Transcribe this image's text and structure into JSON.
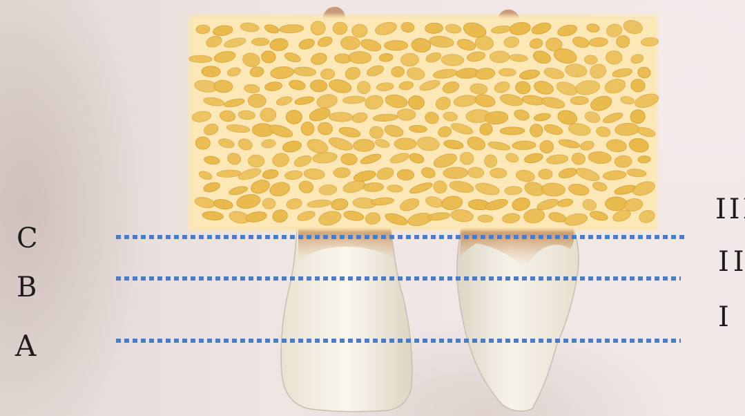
{
  "left_labels": {
    "upper": "C",
    "middle": "B",
    "lower": "A"
  },
  "right_labels": {
    "upper": "III",
    "middle": "II",
    "lower": "I"
  },
  "colors": {
    "dotted_line": "#4d7dc0",
    "bone_base": "#fbe6b0",
    "bone_pore": "#e9b94a",
    "tooth": "#f4efe4",
    "gum": "#c98f56"
  }
}
